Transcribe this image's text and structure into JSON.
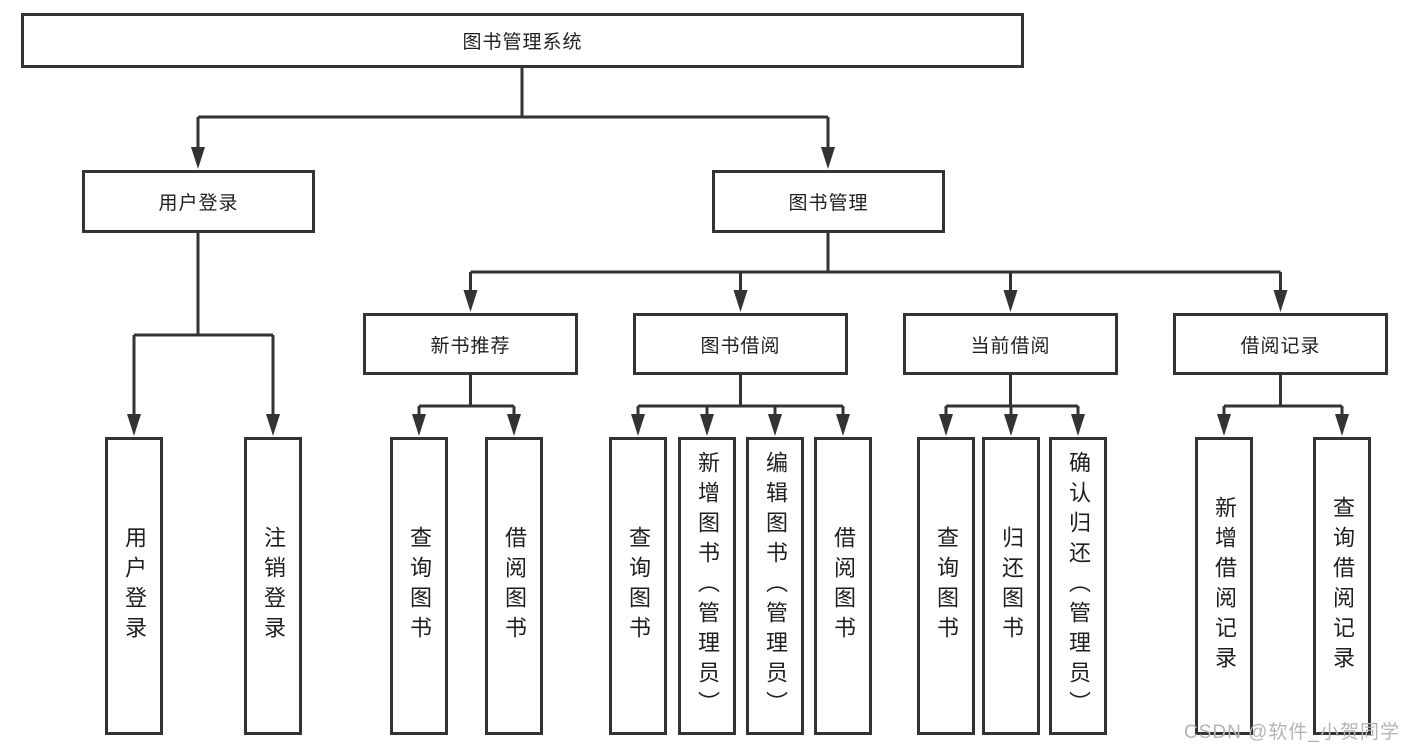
{
  "diagram": {
    "root": {
      "label": "图书管理系统"
    },
    "branches": [
      {
        "label": "用户登录",
        "children": [
          {
            "label": "用户登录"
          },
          {
            "label": "注销登录"
          }
        ]
      },
      {
        "label": "图书管理",
        "children": [
          {
            "label": "新书推荐",
            "children": [
              {
                "label": "查询图书"
              },
              {
                "label": "借阅图书"
              }
            ]
          },
          {
            "label": "图书借阅",
            "children": [
              {
                "label": "查询图书"
              },
              {
                "label": "新增图书（管理员）"
              },
              {
                "label": "编辑图书（管理员）"
              },
              {
                "label": "借阅图书"
              }
            ]
          },
          {
            "label": "当前借阅",
            "children": [
              {
                "label": "查询图书"
              },
              {
                "label": "归还图书"
              },
              {
                "label": "确认归还（管理员）"
              }
            ]
          },
          {
            "label": "借阅记录",
            "children": [
              {
                "label": "新增借阅记录"
              },
              {
                "label": "查询借阅记录"
              }
            ]
          }
        ]
      }
    ]
  },
  "watermark": {
    "text": "CSDN @软件_小贺同学"
  },
  "colors": {
    "line": "#333333",
    "text": "#1f1f1f",
    "background": "#ffffff",
    "watermark": "#b4b4b4"
  }
}
